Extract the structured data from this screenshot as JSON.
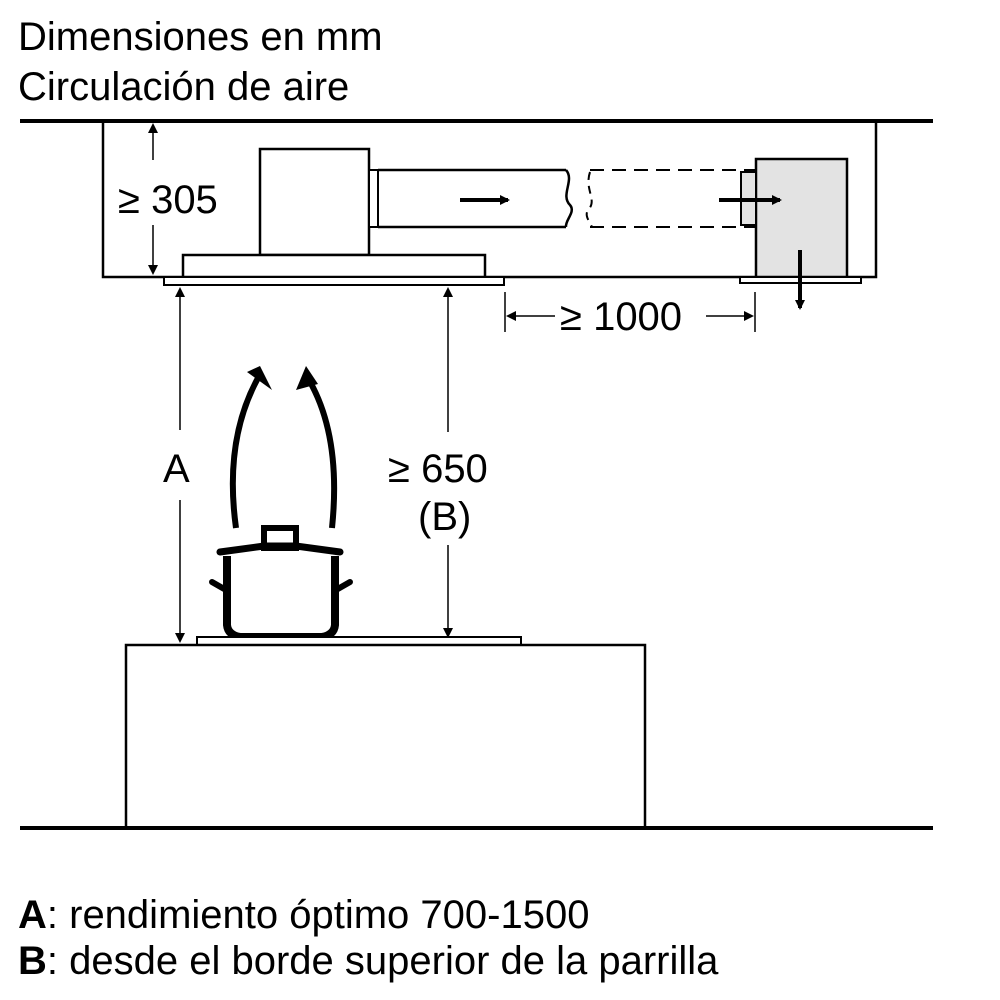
{
  "header": {
    "line1": "Dimensiones en mm",
    "line2": "Circulación de aire"
  },
  "dimensions": {
    "min_height_hood": "≥ 305",
    "min_distance_filter": "≥ 1000",
    "min_height_cooktop": "≥ 650",
    "min_height_cooktop_ref": "(B)",
    "label_a": "A"
  },
  "legend": {
    "a_key": "A",
    "a_text": ": rendimiento óptimo 700-1500",
    "b_key": "B",
    "b_text": ": desde el borde superior de la parrilla"
  },
  "colors": {
    "line": "#000000",
    "filter_box": "#e3e3e3",
    "background": "#ffffff"
  }
}
